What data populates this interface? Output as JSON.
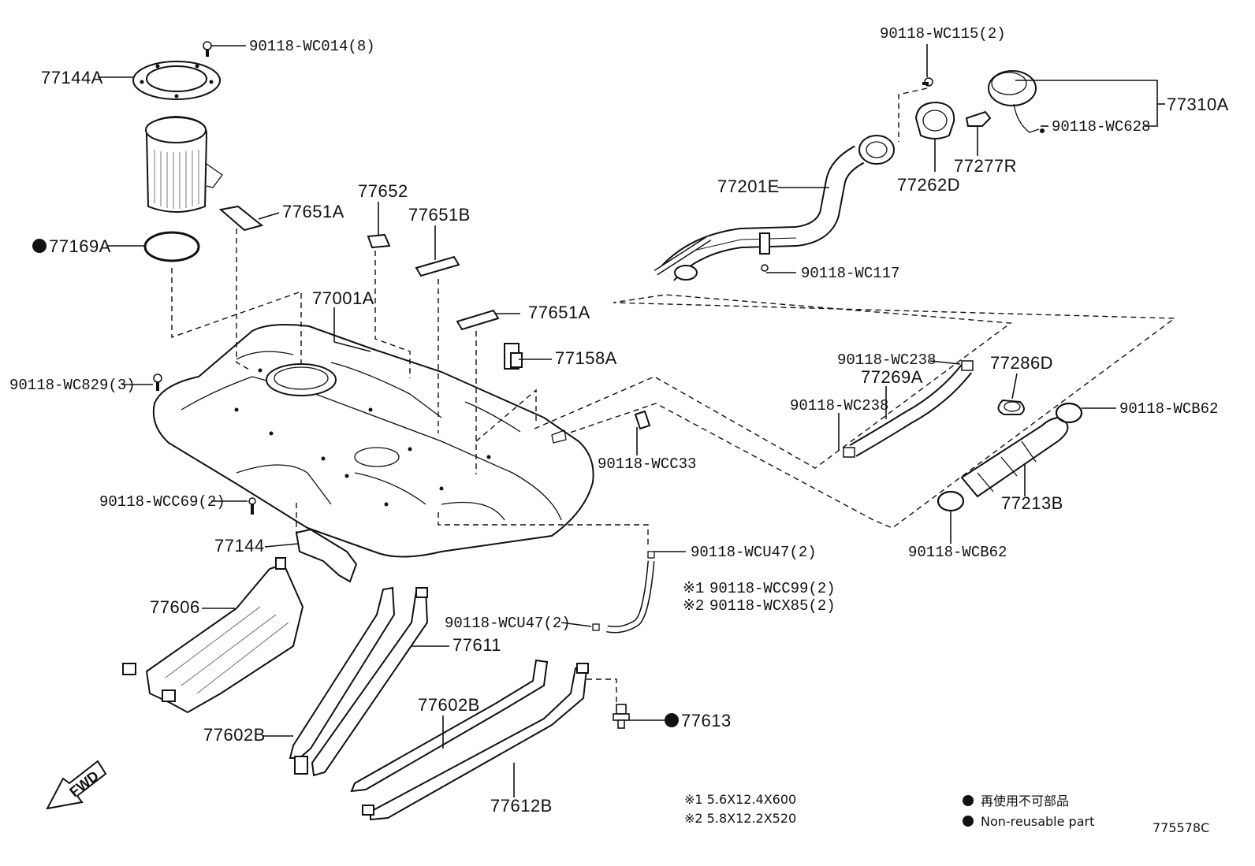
{
  "callouts": {
    "bolt_90118_wc014": "90118-WC014(8)",
    "p77144A": "77144A",
    "p77169A": "77169A",
    "p77651A_top": "77651A",
    "p77652": "77652",
    "p77651B": "77651B",
    "p77001A": "77001A",
    "p77651A_mid": "77651A",
    "p77158A": "77158A",
    "bolt_90118_wc829": "90118-WC829(3)",
    "bolt_90118_wcc69": "90118-WCC69(2)",
    "p77144": "77144",
    "p77606": "77606",
    "p77602B_left": "77602B",
    "p77611": "77611",
    "p77602B_right": "77602B",
    "p77612B": "77612B",
    "p77613": "77613",
    "bolt_90118_wcc33": "90118-WCC33",
    "bolt_90118_wcu47_right": "90118-WCU47(2)",
    "mark_1": "※1",
    "bolt_90118_wcc99": "90118-WCC99(2)",
    "mark_2": "※2",
    "bolt_90118_wcx85": "90118-WCX85(2)",
    "bolt_90118_wcu47_left": "90118-WCU47(2)",
    "bolt_90118_wc115": "90118-WC115(2)",
    "p77310A": "77310A",
    "bolt_90118_wc628": "90118-WC628",
    "p77201E": "77201E",
    "p77262D": "77262D",
    "p77277R": "77277R",
    "bolt_90118_wc117": "90118-WC117",
    "clip_90118_wc238_top": "90118-WC238",
    "p77269A": "77269A",
    "clip_90118_wc238_left": "90118-WC238",
    "p77286D": "77286D",
    "clip_90118_wcb62_right": "90118-WCB62",
    "p77213B": "77213B",
    "clip_90118_wcb62_bottom": "90118-WCB62"
  },
  "notes": {
    "spec_1": "※1 5.6X12.4X600",
    "spec_2": "※2 5.8X12.2X520"
  },
  "legend": {
    "jp": "再使用不可部品",
    "en": "Non-reusable part"
  },
  "fwd_label": "FWD",
  "diagram_id": "775578C"
}
